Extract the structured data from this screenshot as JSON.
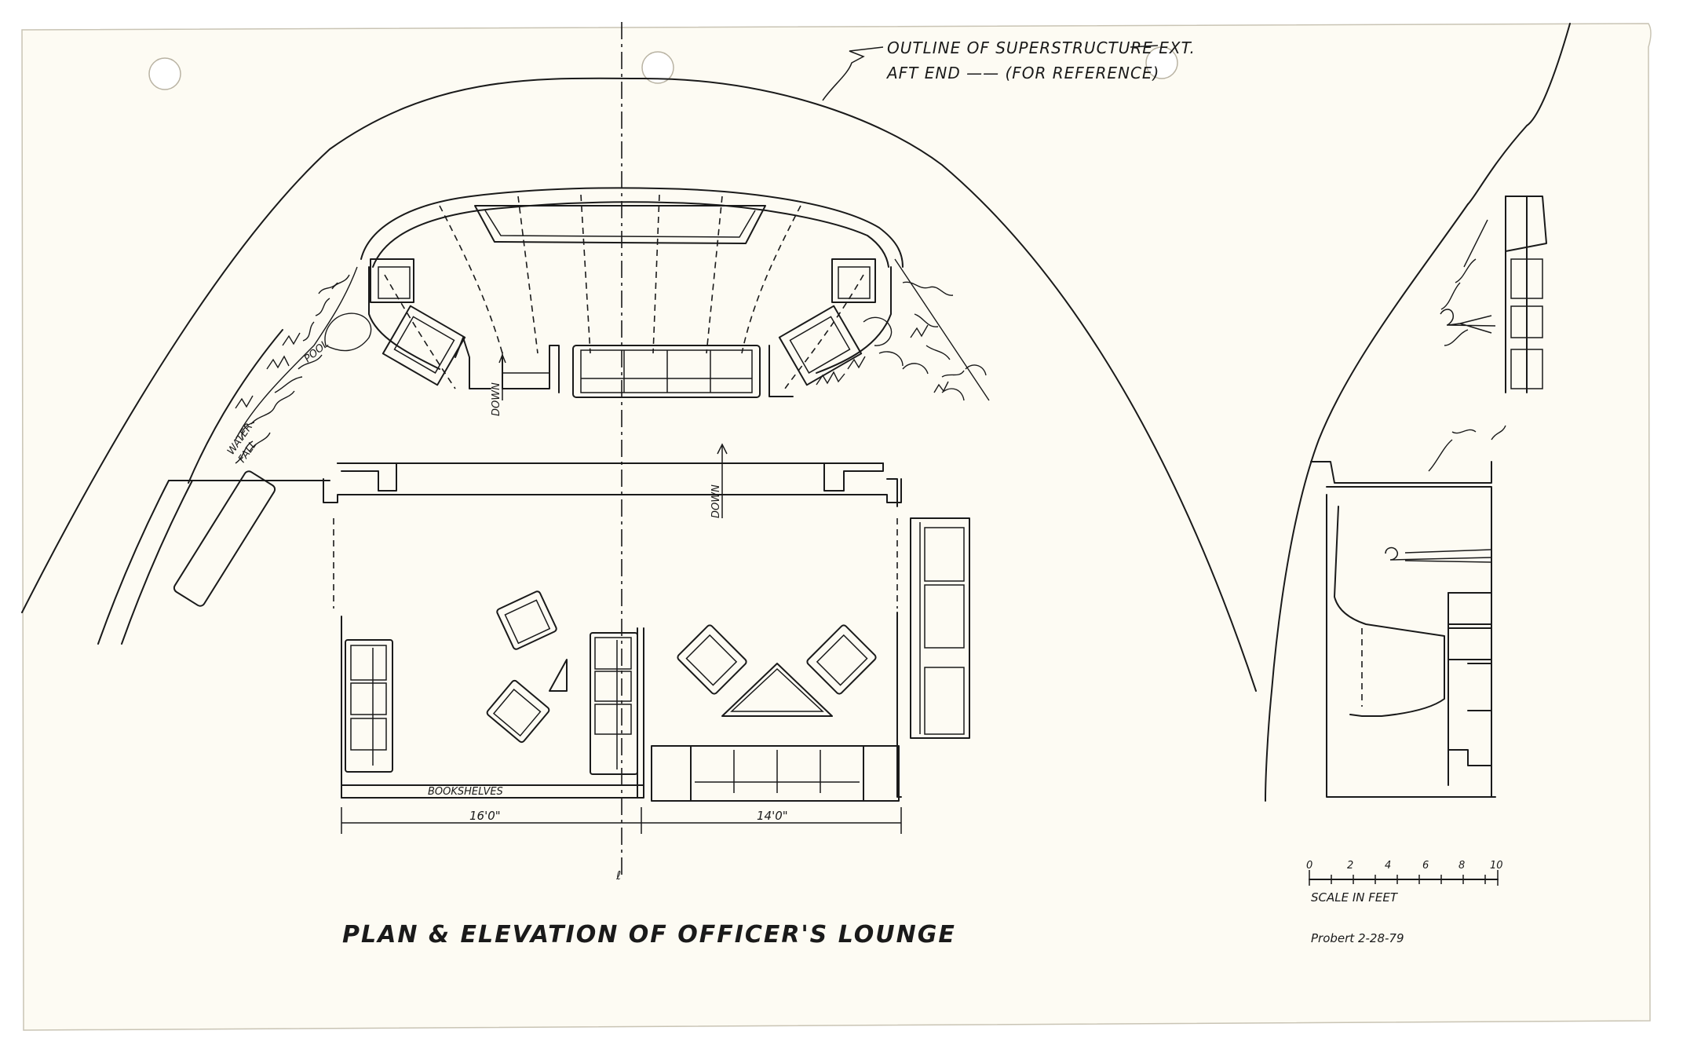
{
  "drawing": {
    "title": "PLAN & ELEVATION OF OFFICER'S LOUNGE",
    "notes": {
      "outline_line1": "OUTLINE OF SUPERSTRUCTURE EXT.",
      "outline_line2": "AFT END —— (FOR REFERENCE)"
    },
    "labels": {
      "pool": "POOL",
      "water": "WATER",
      "fall": "FALL",
      "down": "DOWN",
      "bookshelves": "BOOKSHELVES",
      "centerline": "ℓ"
    },
    "dimensions": {
      "left": "16'0\"",
      "right": "14'0\""
    },
    "scale": {
      "label": "SCALE IN FEET",
      "ticks": [
        "0",
        "2",
        "4",
        "6",
        "8",
        "10"
      ]
    },
    "signature": "Probert  2-28-79",
    "colors": {
      "paper": "#fdfbf3",
      "ink": "#1a1a1a"
    }
  }
}
